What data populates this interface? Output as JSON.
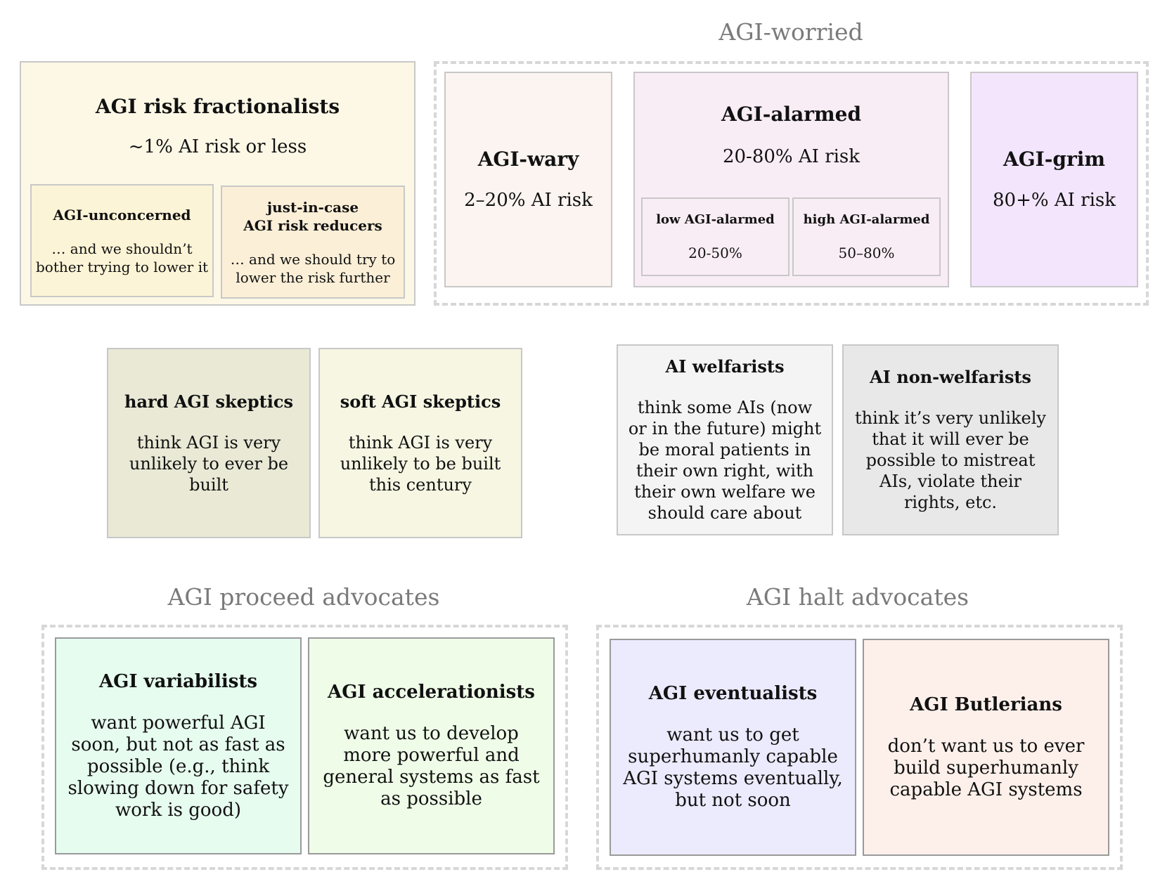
{
  "groups": {
    "worried": "AGI-worried",
    "proceed": "AGI proceed advocates",
    "halt": "AGI halt advocates"
  },
  "fractionalists": {
    "title": "AGI risk fractionalists",
    "subtitle": "~1% AI risk or less",
    "unconcerned": {
      "title": "AGI-unconcerned",
      "desc": "… and we shouldn’t\nbother trying to lower it"
    },
    "just_in_case": {
      "title": "just-in-case\nAGI risk reducers",
      "desc": "… and we should try to\nlower the risk further"
    }
  },
  "wary": {
    "title": "AGI-wary",
    "desc": "2–20% AI risk"
  },
  "alarmed": {
    "title": "AGI-alarmed",
    "desc": "20-80% AI risk",
    "low": {
      "title": "low AGI-alarmed",
      "desc": "20-50%"
    },
    "high": {
      "title": "high AGI-alarmed",
      "desc": "50–80%"
    }
  },
  "grim": {
    "title": "AGI-grim",
    "desc": "80+% AI risk"
  },
  "hard_skeptics": {
    "title": "hard AGI skeptics",
    "desc": "think AGI is very\nunlikely to ever be\nbuilt"
  },
  "soft_skeptics": {
    "title": "soft AGI skeptics",
    "desc": "think AGI is very\nunlikely to be built\nthis century"
  },
  "welfarists": {
    "title": "AI welfarists",
    "desc": "think some AIs (now\nor in the future) might\nbe moral patients in\ntheir own right, with\ntheir own welfare we\nshould care about"
  },
  "non_welfarists": {
    "title": "AI non-welfarists",
    "desc": "think it’s very unlikely\nthat it will ever be\npossible to mistreat\nAIs, violate their\nrights, etc."
  },
  "variabilists": {
    "title": "AGI variabilists",
    "desc": "want powerful AGI\nsoon, but not as fast as\npossible (e.g., think\nslowing down for safety\nwork is good)"
  },
  "accelerationists": {
    "title": "AGI accelerationists",
    "desc": "want us to develop\nmore powerful and\ngeneral systems as fast\nas possible"
  },
  "eventualists": {
    "title": "AGI eventualists",
    "desc": "want us to get\nsuperhumanly capable\nAGI systems eventually,\nbut not soon"
  },
  "butlerians": {
    "title": "AGI Butlerians",
    "desc": "don’t want us to ever\nbuild superhumanly\ncapable AGI systems"
  },
  "colors": {
    "fractionalists": "#fdf8e6",
    "unconcerned": "#fcf4d6",
    "just_in_case": "#fcefd7",
    "wary": "#fbf4f0",
    "alarmed": "#f9edf5",
    "grim": "#f3e6fc",
    "hard_skeptics": "#e9e9d6",
    "soft_skeptics": "#f6f6e3",
    "welfarists": "#f4f4f4",
    "non_welfarists": "#e8e8e8",
    "variabilists": "#e6fcef",
    "accelerationists": "#effde8",
    "eventualists": "#eceafd",
    "butlerians": "#fdf0ea"
  }
}
